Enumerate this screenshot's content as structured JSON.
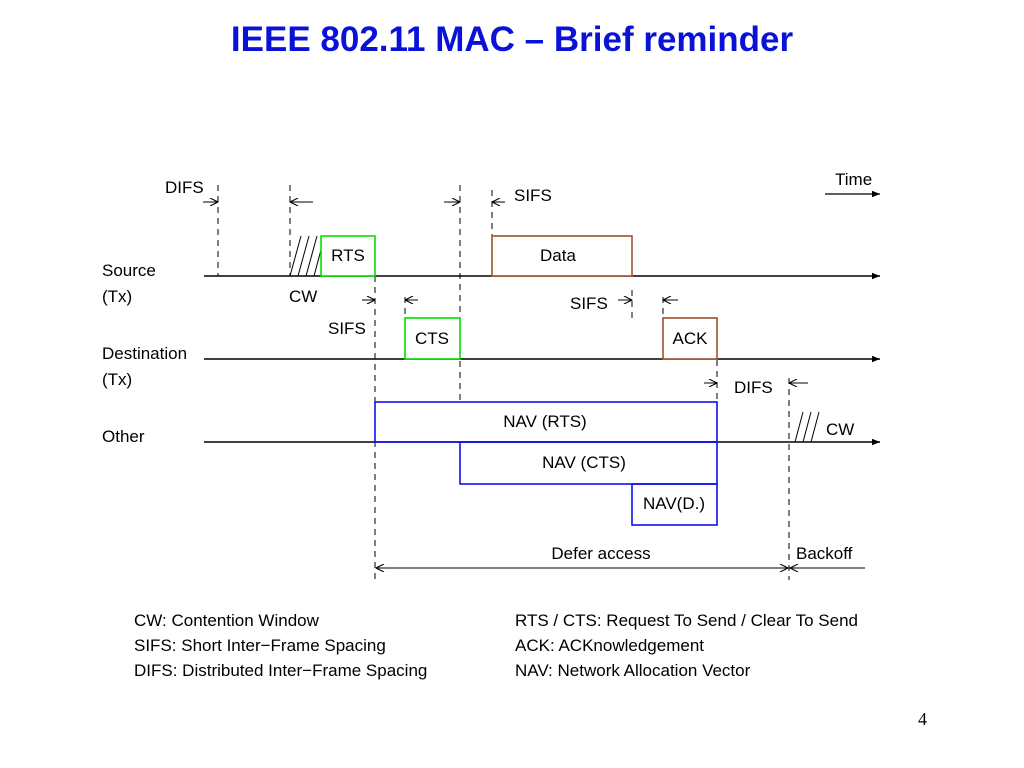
{
  "slide": {
    "title": "IEEE 802.11 MAC – Brief reminder",
    "page_number": "4"
  },
  "colors": {
    "title": "#0a12d8",
    "rts_cts_green": "#00e000",
    "data_ack_brown": "#a0522d",
    "nav_blue": "#1010ee"
  },
  "diagram": {
    "rows": {
      "source": {
        "line1": "Source",
        "line2": "(Tx)"
      },
      "destination": {
        "line1": "Destination",
        "line2": "(Tx)"
      },
      "other": "Other"
    },
    "time_label": "Time",
    "frames": {
      "rts": "RTS",
      "data": "Data",
      "cts": "CTS",
      "ack": "ACK",
      "nav_rts": "NAV (RTS)",
      "nav_cts": "NAV (CTS)",
      "nav_d": "NAV(D.)"
    },
    "intervals": {
      "difs_source": "DIFS",
      "sifs_after_cts": "SIFS",
      "cw_source": "CW",
      "sifs_after_rts": "SIFS",
      "sifs_after_data": "SIFS",
      "difs_other": "DIFS",
      "cw_other": "CW"
    },
    "bottom": {
      "defer_access": "Defer access",
      "backoff": "Backoff"
    }
  },
  "legend": {
    "left": [
      "CW: Contention Window",
      "SIFS: Short Inter−Frame Spacing",
      "DIFS: Distributed Inter−Frame Spacing"
    ],
    "right": [
      "RTS / CTS: Request To Send / Clear To Send",
      "ACK: ACKnowledgement",
      "NAV: Network Allocation Vector"
    ]
  }
}
